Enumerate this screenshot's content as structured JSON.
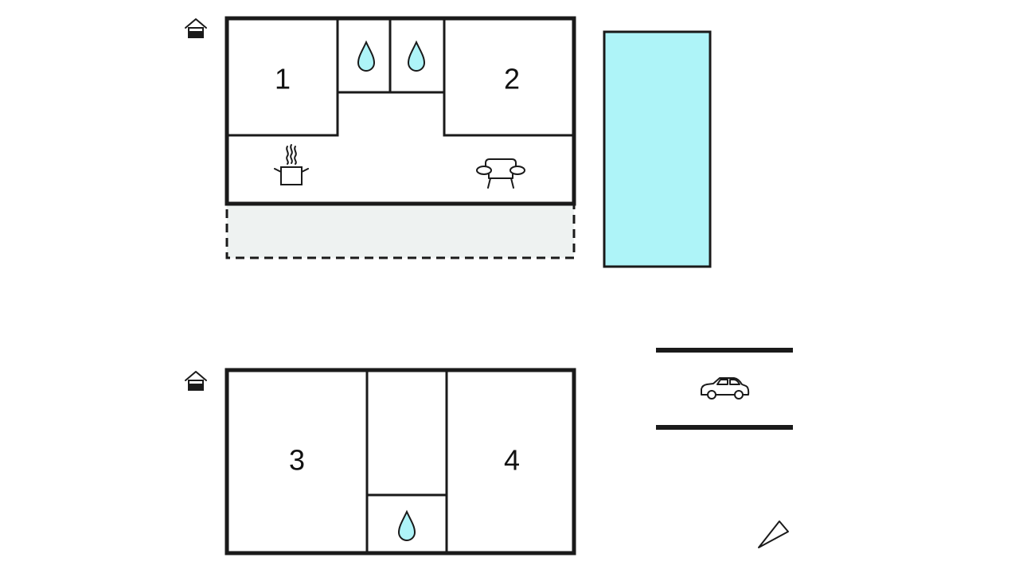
{
  "floors": [
    {
      "rooms": [
        {
          "label": "1",
          "type": "bedroom"
        },
        {
          "label": "2",
          "type": "bedroom"
        }
      ],
      "icons": [
        "entrance-icon",
        "bathroom-drop-icon",
        "bathroom-drop-icon",
        "kitchen-pot-icon",
        "sofa-icon"
      ],
      "has_terrace": true,
      "has_pool": true
    },
    {
      "rooms": [
        {
          "label": "3",
          "type": "bedroom"
        },
        {
          "label": "4",
          "type": "bedroom"
        }
      ],
      "icons": [
        "entrance-icon",
        "bathroom-drop-icon"
      ]
    }
  ],
  "site_icons": [
    "parking-car-icon",
    "north-arrow-icon"
  ],
  "colors": {
    "walls": "#1a1a1a",
    "water": "#aef4f8",
    "terrace": "#eef2f1",
    "background": "#ffffff"
  }
}
